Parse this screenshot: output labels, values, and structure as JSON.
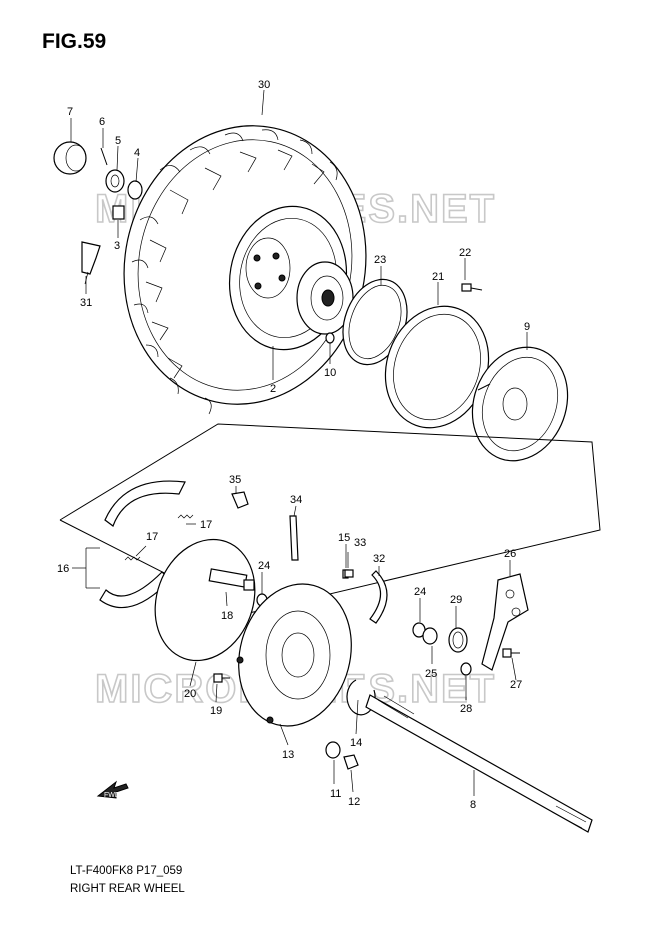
{
  "figure": {
    "title": "FIG.59",
    "model_code": "LT-F400FK8 P17_059",
    "name": "RIGHT REAR WHEEL",
    "watermark": "MICROFICHES.NET",
    "fwd_label": "FWD"
  },
  "callouts": {
    "c2": "2",
    "c3": "3",
    "c4": "4",
    "c5": "5",
    "c6": "6",
    "c7": "7",
    "c8": "8",
    "c9": "9",
    "c10": "10",
    "c11": "11",
    "c12": "12",
    "c13": "13",
    "c14": "14",
    "c15": "15",
    "c16": "16",
    "c17a": "17",
    "c17b": "17",
    "c18": "18",
    "c19": "19",
    "c20": "20",
    "c21": "21",
    "c22": "22",
    "c23": "23",
    "c24a": "24",
    "c24b": "24",
    "c25": "25",
    "c26": "26",
    "c27": "27",
    "c28": "28",
    "c29": "29",
    "c30": "30",
    "c31": "31",
    "c32": "32",
    "c33": "33",
    "c34": "34",
    "c35": "35"
  },
  "colors": {
    "line": "#000000",
    "watermark_outline": "#c8c8c8",
    "background": "#ffffff"
  }
}
